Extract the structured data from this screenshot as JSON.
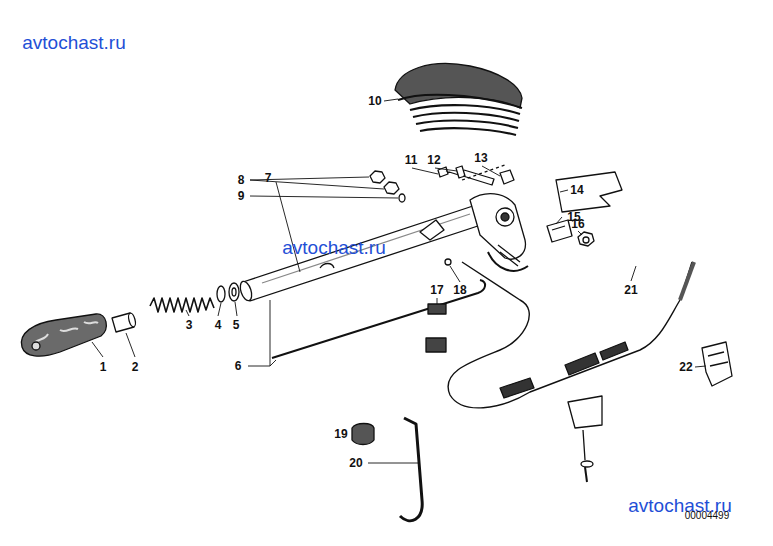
{
  "diagram": {
    "labels": [
      "avtochast.ru",
      "10",
      "11",
      "12",
      "13",
      "7",
      "8",
      "9",
      "14",
      "15",
      "16",
      "avtochast.ru",
      "17",
      "18",
      "21",
      "3",
      "4",
      "5",
      "6",
      "1",
      "2",
      "22",
      "19",
      "20",
      "avtochast.ru",
      "00004499"
    ]
  }
}
